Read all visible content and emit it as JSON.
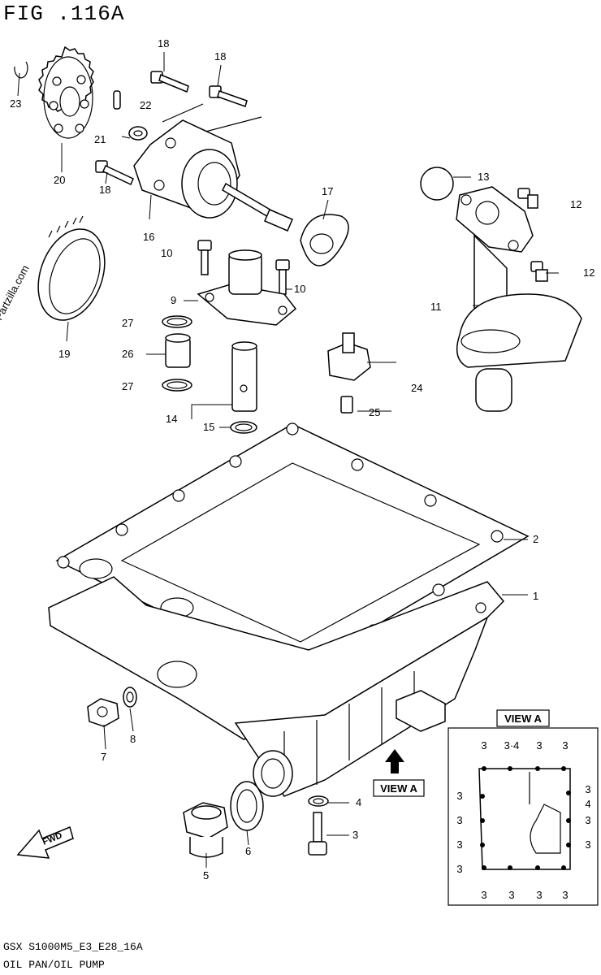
{
  "figure": {
    "title": "FIG .116A",
    "watermark": "©Partzilla.com",
    "code": "GSX S1000M5_E3_E28_16A",
    "name": "OIL PAN/OIL PUMP"
  },
  "callouts": {
    "c1": "1",
    "c2": "2",
    "c3": "3",
    "c4": "4",
    "c5": "5",
    "c6": "6",
    "c7": "7",
    "c8": "8",
    "c9": "9",
    "c10a": "10",
    "c10b": "10",
    "c11": "11",
    "c12a": "12",
    "c12b": "12",
    "c13": "13",
    "c14": "14",
    "c15": "15",
    "c16": "16",
    "c17": "17",
    "c18a": "18",
    "c18b": "18",
    "c18c": "18",
    "c19": "19",
    "c20": "20",
    "c21": "21",
    "c22": "22",
    "c23": "23",
    "c24": "24",
    "c25": "25",
    "c26": "26",
    "c27a": "27",
    "c27b": "27"
  },
  "view_a": {
    "arrow_label": "VIEW A",
    "box_title": "VIEW A",
    "top": [
      "3",
      "3·4",
      "3",
      "3"
    ],
    "left": [
      "3",
      "3",
      "3",
      "3"
    ],
    "right": [
      "3",
      "4",
      "3",
      "3"
    ],
    "bottom": [
      "3",
      "3",
      "3",
      "3"
    ]
  },
  "icons": {
    "front": "fwd-arrow-icon",
    "fwd_text": "FWD"
  }
}
